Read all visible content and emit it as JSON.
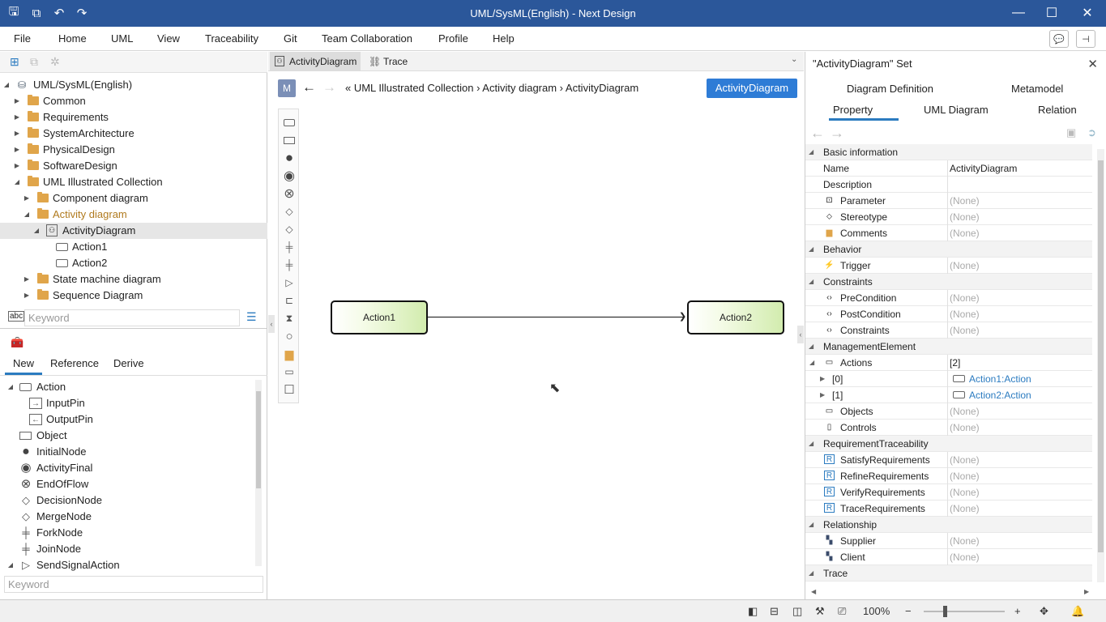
{
  "window": {
    "title": "UML/SysML(English) - Next Design"
  },
  "menu": [
    "File",
    "Home",
    "UML",
    "View",
    "Traceability",
    "Git",
    "Team Collaboration",
    "Profile",
    "Help"
  ],
  "tree": {
    "root": "UML/SysML(English)",
    "items": [
      {
        "label": "Common"
      },
      {
        "label": "Requirements"
      },
      {
        "label": "SystemArchitecture"
      },
      {
        "label": "PhysicalDesign"
      },
      {
        "label": "SoftwareDesign"
      },
      {
        "label": "UML Illustrated Collection"
      },
      {
        "label": "Component diagram"
      },
      {
        "label": "Activity diagram"
      },
      {
        "label": "ActivityDiagram"
      },
      {
        "label": "Action1"
      },
      {
        "label": "Action2"
      },
      {
        "label": "State machine diagram"
      },
      {
        "label": "Sequence Diagram"
      }
    ],
    "keyword_placeholder": "Keyword"
  },
  "toolbox": {
    "tabs": [
      "New",
      "Reference",
      "Derive"
    ],
    "items": [
      "Action",
      "InputPin",
      "OutputPin",
      "Object",
      "InitialNode",
      "ActivityFinal",
      "EndOfFlow",
      "DecisionNode",
      "MergeNode",
      "ForkNode",
      "JoinNode",
      "SendSignalAction"
    ],
    "keyword_placeholder": "Keyword"
  },
  "editor": {
    "tabs": [
      "ActivityDiagram",
      "Trace"
    ],
    "badge": "M",
    "breadcrumb": "« UML Illustrated Collection › Activity diagram › ActivityDiagram",
    "model_button": "ActivityDiagram",
    "nodes": [
      "Action1",
      "Action2"
    ]
  },
  "inspector": {
    "title": "\"ActivityDiagram\" Set",
    "tabs_row1": [
      "Diagram Definition",
      "Metamodel"
    ],
    "tabs_row2": [
      "Property",
      "UML Diagram",
      "Relation"
    ],
    "rows": [
      {
        "kind": "sec",
        "name": "Basic information"
      },
      {
        "kind": "prop",
        "name": "Name",
        "value": "ActivityDiagram",
        "style": "dark"
      },
      {
        "kind": "prop",
        "name": "Description",
        "value": ""
      },
      {
        "kind": "prop",
        "name": "Parameter",
        "value": "(None)",
        "icon": "param-icon"
      },
      {
        "kind": "prop",
        "name": "Stereotype",
        "value": "(None)",
        "icon": "tag-icon"
      },
      {
        "kind": "prop",
        "name": "Comments",
        "value": "(None)",
        "icon": "note-icon"
      },
      {
        "kind": "sec",
        "name": "Behavior"
      },
      {
        "kind": "prop",
        "name": "Trigger",
        "value": "(None)",
        "icon": "lightning-icon"
      },
      {
        "kind": "sec",
        "name": "Constraints"
      },
      {
        "kind": "prop",
        "name": "PreCondition",
        "value": "(None)",
        "icon": "code-icon"
      },
      {
        "kind": "prop",
        "name": "PostCondition",
        "value": "(None)",
        "icon": "code-icon"
      },
      {
        "kind": "prop",
        "name": "Constraints",
        "value": "(None)",
        "icon": "code-icon"
      },
      {
        "kind": "sec",
        "name": "ManagementElement"
      },
      {
        "kind": "prop",
        "name": "Actions",
        "value": "[2]",
        "style": "dark",
        "icon": "action-icon",
        "expanded": true
      },
      {
        "kind": "sub",
        "name": "[0]",
        "value": "Action1:Action",
        "style": "link"
      },
      {
        "kind": "sub",
        "name": "[1]",
        "value": "Action2:Action",
        "style": "link"
      },
      {
        "kind": "prop",
        "name": "Objects",
        "value": "(None)",
        "icon": "object-icon"
      },
      {
        "kind": "prop",
        "name": "Controls",
        "value": "(None)",
        "icon": "control-icon"
      },
      {
        "kind": "sec",
        "name": "RequirementTraceability"
      },
      {
        "kind": "prop",
        "name": "SatisfyRequirements",
        "value": "(None)",
        "icon": "requirement-icon"
      },
      {
        "kind": "prop",
        "name": "RefineRequirements",
        "value": "(None)",
        "icon": "requirement-icon"
      },
      {
        "kind": "prop",
        "name": "VerifyRequirements",
        "value": "(None)",
        "icon": "requirement-icon"
      },
      {
        "kind": "prop",
        "name": "TraceRequirements",
        "value": "(None)",
        "icon": "requirement-icon"
      },
      {
        "kind": "sec",
        "name": "Relationship"
      },
      {
        "kind": "prop",
        "name": "Supplier",
        "value": "(None)",
        "icon": "grid-icon"
      },
      {
        "kind": "prop",
        "name": "Client",
        "value": "(None)",
        "icon": "grid-icon"
      },
      {
        "kind": "sec",
        "name": "Trace"
      }
    ]
  },
  "status": {
    "zoom": "100%"
  }
}
